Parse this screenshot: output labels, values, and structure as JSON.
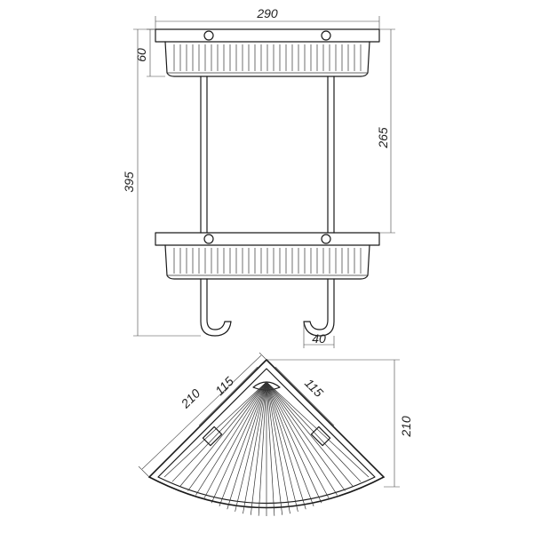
{
  "dimensions": {
    "overall_width": "290",
    "basket_height": "60",
    "total_height": "395",
    "shelf_spacing": "265",
    "hook_width": "40",
    "top_view_side_left": "210",
    "top_view_mount_left": "115",
    "top_view_mount_right": "115",
    "top_view_side_right": "210"
  },
  "colors": {
    "line": "#1a1a1a",
    "dimension": "#444444",
    "background": "#ffffff"
  }
}
